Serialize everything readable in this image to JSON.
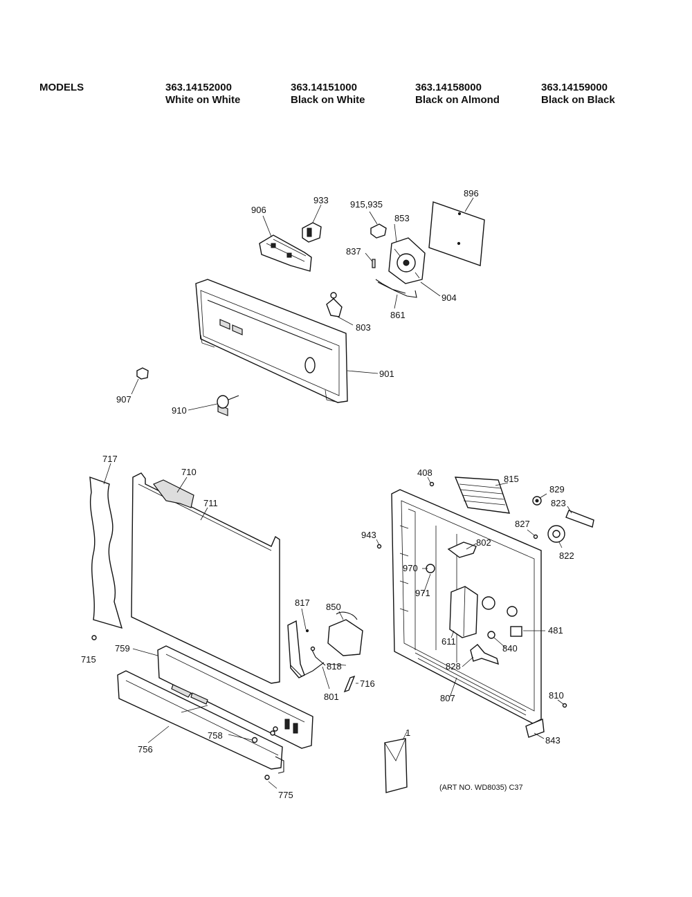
{
  "header": {
    "models_label": "MODELS",
    "models": [
      {
        "number": "363.14152000",
        "color": "White on White"
      },
      {
        "number": "363.14151000",
        "color": "Black on White"
      },
      {
        "number": "363.14158000",
        "color": "Black on Almond"
      },
      {
        "number": "363.14159000",
        "color": "Black on Black"
      }
    ]
  },
  "parts": {
    "p906": "906",
    "p933": "933",
    "p915": "915,935",
    "p853": "853",
    "p896": "896",
    "p837": "837",
    "p904": "904",
    "p861": "861",
    "p803": "803",
    "p901": "901",
    "p907": "907",
    "p910": "910",
    "p717": "717",
    "p710": "710",
    "p711": "711",
    "p715": "715",
    "p759": "759",
    "p817": "817",
    "p850": "850",
    "p818": "818",
    "p801": "801",
    "p716": "716",
    "p756": "756",
    "p758": "758",
    "p775": "775",
    "p1": "1",
    "p408": "408",
    "p815": "815",
    "p829": "829",
    "p823": "823",
    "p827": "827",
    "p822": "822",
    "p943": "943",
    "p802": "802",
    "p970": "970",
    "p971": "971",
    "p481": "481",
    "p611": "611",
    "p840": "840",
    "p828": "828",
    "p807": "807",
    "p810": "810",
    "p843": "843"
  },
  "art_number": "(ART NO. WD8035) C37"
}
